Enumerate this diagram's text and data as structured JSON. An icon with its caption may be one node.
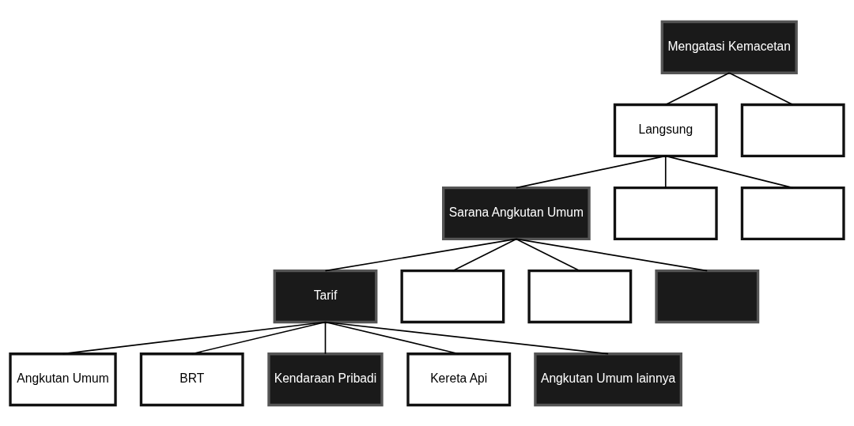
{
  "diagram": {
    "nodes": [
      {
        "text": [
          "Mengatasi Kemacetan"
        ]
      },
      {
        "text": [
          "Langsung"
        ]
      },
      {
        "text": [],
        "shape": "box"
      },
      {
        "text": [
          "Sarana Angkutan Umum"
        ]
      },
      {
        "text": [],
        "shape": "box"
      },
      {
        "text": [],
        "shape": "box"
      },
      {
        "text": [
          "Tarif"
        ]
      },
      {
        "text": [],
        "shape": "box"
      },
      {
        "text": [],
        "shape": "box"
      },
      {
        "text": [],
        "shape": "box"
      },
      {
        "text": [
          "Angkutan Umum"
        ]
      },
      {
        "text": [
          "BRT"
        ]
      },
      {
        "text": [
          "Kendaraan Pribadi"
        ]
      },
      {
        "text": [
          "Kereta Api"
        ]
      },
      {
        "text": [
          "Angkutan Umum lainnya"
        ]
      }
    ],
    "edges": [
      {
        "from": 0,
        "to": 1,
        "arrow": "none"
      },
      {
        "from": 0,
        "to": 2,
        "arrow": "none"
      },
      {
        "from": 1,
        "to": 3,
        "arrow": "none"
      },
      {
        "from": 1,
        "to": 4,
        "arrow": "none"
      },
      {
        "from": 1,
        "to": 5,
        "arrow": "none"
      },
      {
        "from": 3,
        "to": 6,
        "arrow": "none"
      },
      {
        "from": 3,
        "to": 7,
        "arrow": "none"
      },
      {
        "from": 3,
        "to": 8,
        "arrow": "none"
      },
      {
        "from": 3,
        "to": 9,
        "arrow": "none"
      },
      {
        "from": 6,
        "to": 10,
        "arrow": "none"
      },
      {
        "from": 6,
        "to": 11,
        "arrow": "none"
      },
      {
        "from": 6,
        "to": 12,
        "arrow": "none"
      },
      {
        "from": 6,
        "to": 13,
        "arrow": "none"
      },
      {
        "from": 6,
        "to": 14,
        "arrow": "none"
      }
    ]
  }
}
